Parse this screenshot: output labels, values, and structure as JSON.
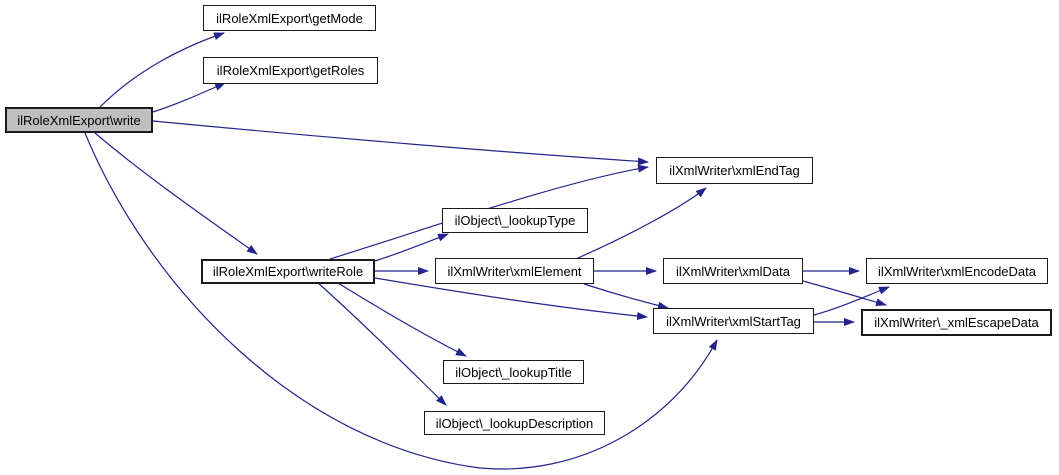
{
  "diagram": {
    "type": "call-graph",
    "edge_color": "#23238e",
    "node_border_color": "#1a1a1a",
    "node_fill": "#ffffff",
    "root_node_fill": "#bfbfbf",
    "nodes": [
      {
        "id": "getMode",
        "label": "ilRoleXmlExport\\getMode"
      },
      {
        "id": "getRoles",
        "label": "ilRoleXmlExport\\getRoles"
      },
      {
        "id": "write",
        "label": "ilRoleXmlExport\\write",
        "highlighted": true
      },
      {
        "id": "writeRole",
        "label": "ilRoleXmlExport\\writeRole"
      },
      {
        "id": "lookupType",
        "label": "ilObject\\_lookupType"
      },
      {
        "id": "xmlElement",
        "label": "ilXmlWriter\\xmlElement"
      },
      {
        "id": "xmlEndTag",
        "label": "ilXmlWriter\\xmlEndTag"
      },
      {
        "id": "xmlData",
        "label": "ilXmlWriter\\xmlData"
      },
      {
        "id": "xmlStartTag",
        "label": "ilXmlWriter\\xmlStartTag"
      },
      {
        "id": "xmlEncodeData",
        "label": "ilXmlWriter\\xmlEncodeData"
      },
      {
        "id": "xmlEscapeData",
        "label": "ilXmlWriter\\_xmlEscapeData"
      },
      {
        "id": "lookupTitle",
        "label": "ilObject\\_lookupTitle"
      },
      {
        "id": "lookupDescription",
        "label": "ilObject\\_lookupDescription"
      }
    ],
    "edges": [
      {
        "from": "write",
        "to": "getMode"
      },
      {
        "from": "write",
        "to": "getRoles"
      },
      {
        "from": "write",
        "to": "xmlEndTag"
      },
      {
        "from": "write",
        "to": "writeRole"
      },
      {
        "from": "write",
        "to": "xmlStartTag"
      },
      {
        "from": "writeRole",
        "to": "xmlEndTag"
      },
      {
        "from": "writeRole",
        "to": "lookupType"
      },
      {
        "from": "writeRole",
        "to": "xmlElement"
      },
      {
        "from": "writeRole",
        "to": "xmlStartTag"
      },
      {
        "from": "writeRole",
        "to": "lookupTitle"
      },
      {
        "from": "writeRole",
        "to": "lookupDescription"
      },
      {
        "from": "xmlElement",
        "to": "xmlEndTag"
      },
      {
        "from": "xmlElement",
        "to": "xmlData"
      },
      {
        "from": "xmlElement",
        "to": "xmlStartTag"
      },
      {
        "from": "xmlData",
        "to": "xmlEncodeData"
      },
      {
        "from": "xmlData",
        "to": "xmlEscapeData"
      },
      {
        "from": "xmlStartTag",
        "to": "xmlEncodeData"
      },
      {
        "from": "xmlStartTag",
        "to": "xmlEscapeData"
      }
    ]
  }
}
